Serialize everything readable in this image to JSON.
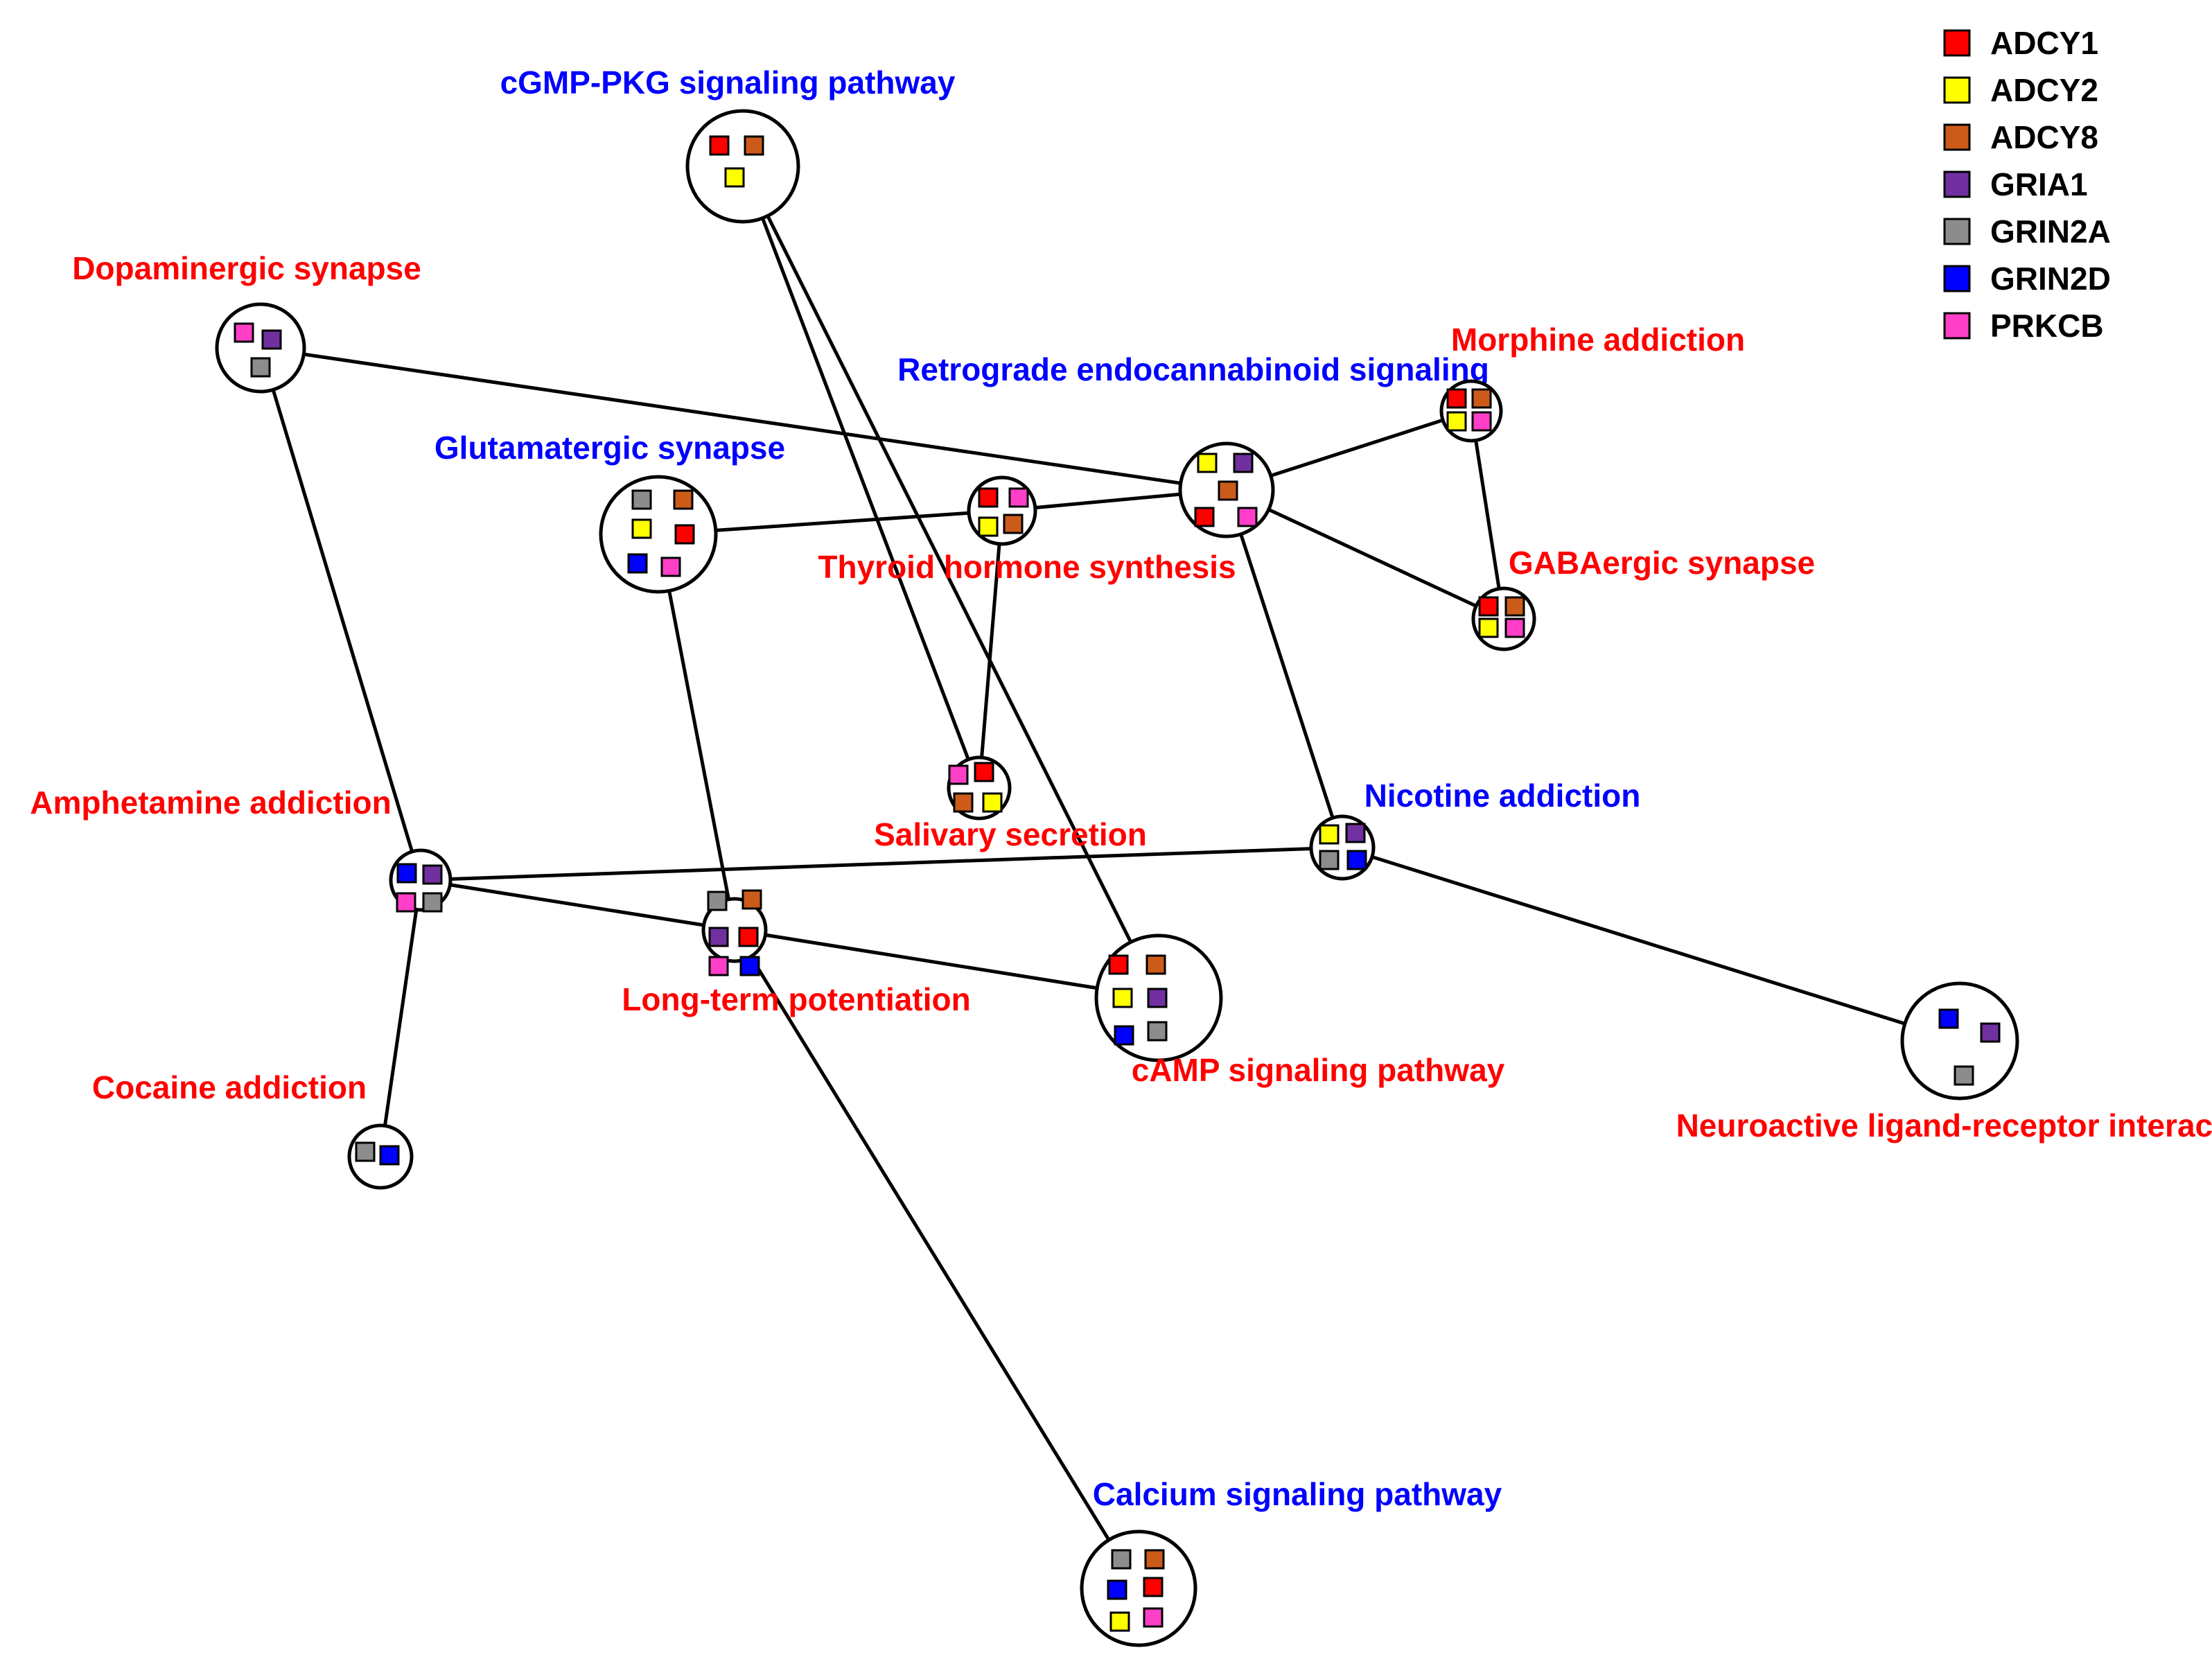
{
  "genes": [
    {
      "id": "ADCY1",
      "label": "ADCY1",
      "color": "#ff0000"
    },
    {
      "id": "ADCY2",
      "label": "ADCY2",
      "color": "#ffff00"
    },
    {
      "id": "ADCY8",
      "label": "ADCY8",
      "color": "#cc5b1a"
    },
    {
      "id": "GRIA1",
      "label": "GRIA1",
      "color": "#7030a0"
    },
    {
      "id": "GRIN2A",
      "label": "GRIN2A",
      "color": "#8c8c8c"
    },
    {
      "id": "GRIN2D",
      "label": "GRIN2D",
      "color": "#0000ff"
    },
    {
      "id": "PRKCB",
      "label": "PRKCB",
      "color": "#ff3fc8"
    }
  ],
  "label_colors": {
    "red": "#ff0000",
    "blue": "#0000ff"
  },
  "nodes": [
    {
      "id": "cgmp",
      "label": "cGMP-PKG signaling pathway",
      "label_color": "blue",
      "genes": [
        "ADCY1",
        "ADCY8",
        "ADCY2"
      ]
    },
    {
      "id": "dopa",
      "label": "Dopaminergic synapse",
      "label_color": "red",
      "genes": [
        "PRKCB",
        "GRIA1",
        "GRIN2A"
      ]
    },
    {
      "id": "retro",
      "label": "Retrograde endocannabinoid signaling",
      "label_color": "blue",
      "genes": [
        "ADCY2",
        "GRIA1",
        "ADCY8",
        "ADCY1",
        "PRKCB"
      ]
    },
    {
      "id": "morph",
      "label": "Morphine addiction",
      "label_color": "red",
      "genes": [
        "ADCY1",
        "ADCY8",
        "ADCY2",
        "PRKCB"
      ]
    },
    {
      "id": "gluta",
      "label": "Glutamatergic synapse",
      "label_color": "blue",
      "genes": [
        "GRIN2A",
        "ADCY8",
        "ADCY2",
        "ADCY1",
        "GRIN2D",
        "PRKCB"
      ]
    },
    {
      "id": "thyroid",
      "label": "Thyroid hormone synthesis",
      "label_color": "red",
      "genes": [
        "ADCY1",
        "PRKCB",
        "ADCY2",
        "ADCY8"
      ]
    },
    {
      "id": "gaba",
      "label": "GABAergic synapse",
      "label_color": "red",
      "genes": [
        "ADCY1",
        "ADCY8",
        "ADCY2",
        "PRKCB"
      ]
    },
    {
      "id": "saliv",
      "label": "Salivary secretion",
      "label_color": "red",
      "genes": [
        "PRKCB",
        "ADCY1",
        "ADCY8",
        "ADCY2"
      ]
    },
    {
      "id": "amph",
      "label": "Amphetamine addiction",
      "label_color": "red",
      "genes": [
        "GRIN2D",
        "GRIA1",
        "PRKCB",
        "GRIN2A"
      ]
    },
    {
      "id": "nic",
      "label": "Nicotine addiction",
      "label_color": "blue",
      "genes": [
        "ADCY2",
        "GRIA1",
        "GRIN2A",
        "GRIN2D"
      ]
    },
    {
      "id": "ltp",
      "label": "Long-term potentiation",
      "label_color": "red",
      "genes": [
        "GRIN2A",
        "ADCY8",
        "GRIA1",
        "ADCY1",
        "PRKCB",
        "GRIN2D"
      ]
    },
    {
      "id": "camp",
      "label": "cAMP signaling pathway",
      "label_color": "red",
      "genes": [
        "ADCY1",
        "ADCY8",
        "ADCY2",
        "GRIA1",
        "GRIN2D",
        "GRIN2A"
      ]
    },
    {
      "id": "neuro",
      "label": "Neuroactive ligand-receptor interaction",
      "label_color": "red",
      "genes": [
        "GRIN2D",
        "GRIA1",
        "GRIN2A"
      ]
    },
    {
      "id": "coca",
      "label": "Cocaine addiction",
      "label_color": "red",
      "genes": [
        "GRIN2A",
        "GRIN2D"
      ]
    },
    {
      "id": "calc",
      "label": "Calcium signaling pathway",
      "label_color": "blue",
      "genes": [
        "GRIN2A",
        "ADCY8",
        "GRIN2D",
        "ADCY1",
        "ADCY2",
        "PRKCB"
      ]
    }
  ],
  "edges": [
    [
      "dopa",
      "retro"
    ],
    [
      "dopa",
      "amph"
    ],
    [
      "cgmp",
      "saliv"
    ],
    [
      "cgmp",
      "camp"
    ],
    [
      "gluta",
      "thyroid"
    ],
    [
      "thyroid",
      "retro"
    ],
    [
      "thyroid",
      "saliv"
    ],
    [
      "retro",
      "morph"
    ],
    [
      "retro",
      "gaba"
    ],
    [
      "morph",
      "gaba"
    ],
    [
      "retro",
      "nic"
    ],
    [
      "gluta",
      "ltp"
    ],
    [
      "amph",
      "nic"
    ],
    [
      "amph",
      "ltp"
    ],
    [
      "amph",
      "coca"
    ],
    [
      "ltp",
      "camp"
    ],
    [
      "ltp",
      "calc"
    ],
    [
      "nic",
      "neuro"
    ]
  ]
}
